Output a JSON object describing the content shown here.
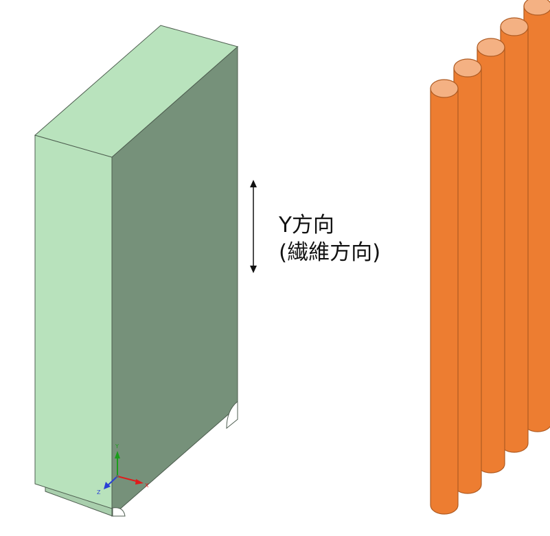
{
  "annotation": {
    "line1": "Y方向",
    "line2": "(繊維方向)"
  },
  "triad": {
    "y": "Y",
    "x": "X",
    "z": "Z"
  },
  "colors": {
    "block_front": "#b8e2bc",
    "block_top": "#b9e3bd",
    "block_side": "#76917a",
    "block_edge": "#4d5d4f",
    "fiber_body": "#ed7d31",
    "fiber_top": "#f4b183",
    "fiber_edge": "#ae5a21",
    "axis_y": "#1b9e1b",
    "axis_x": "#e01b1b",
    "axis_z": "#2a3fd6"
  },
  "fibers": {
    "count": 5
  }
}
